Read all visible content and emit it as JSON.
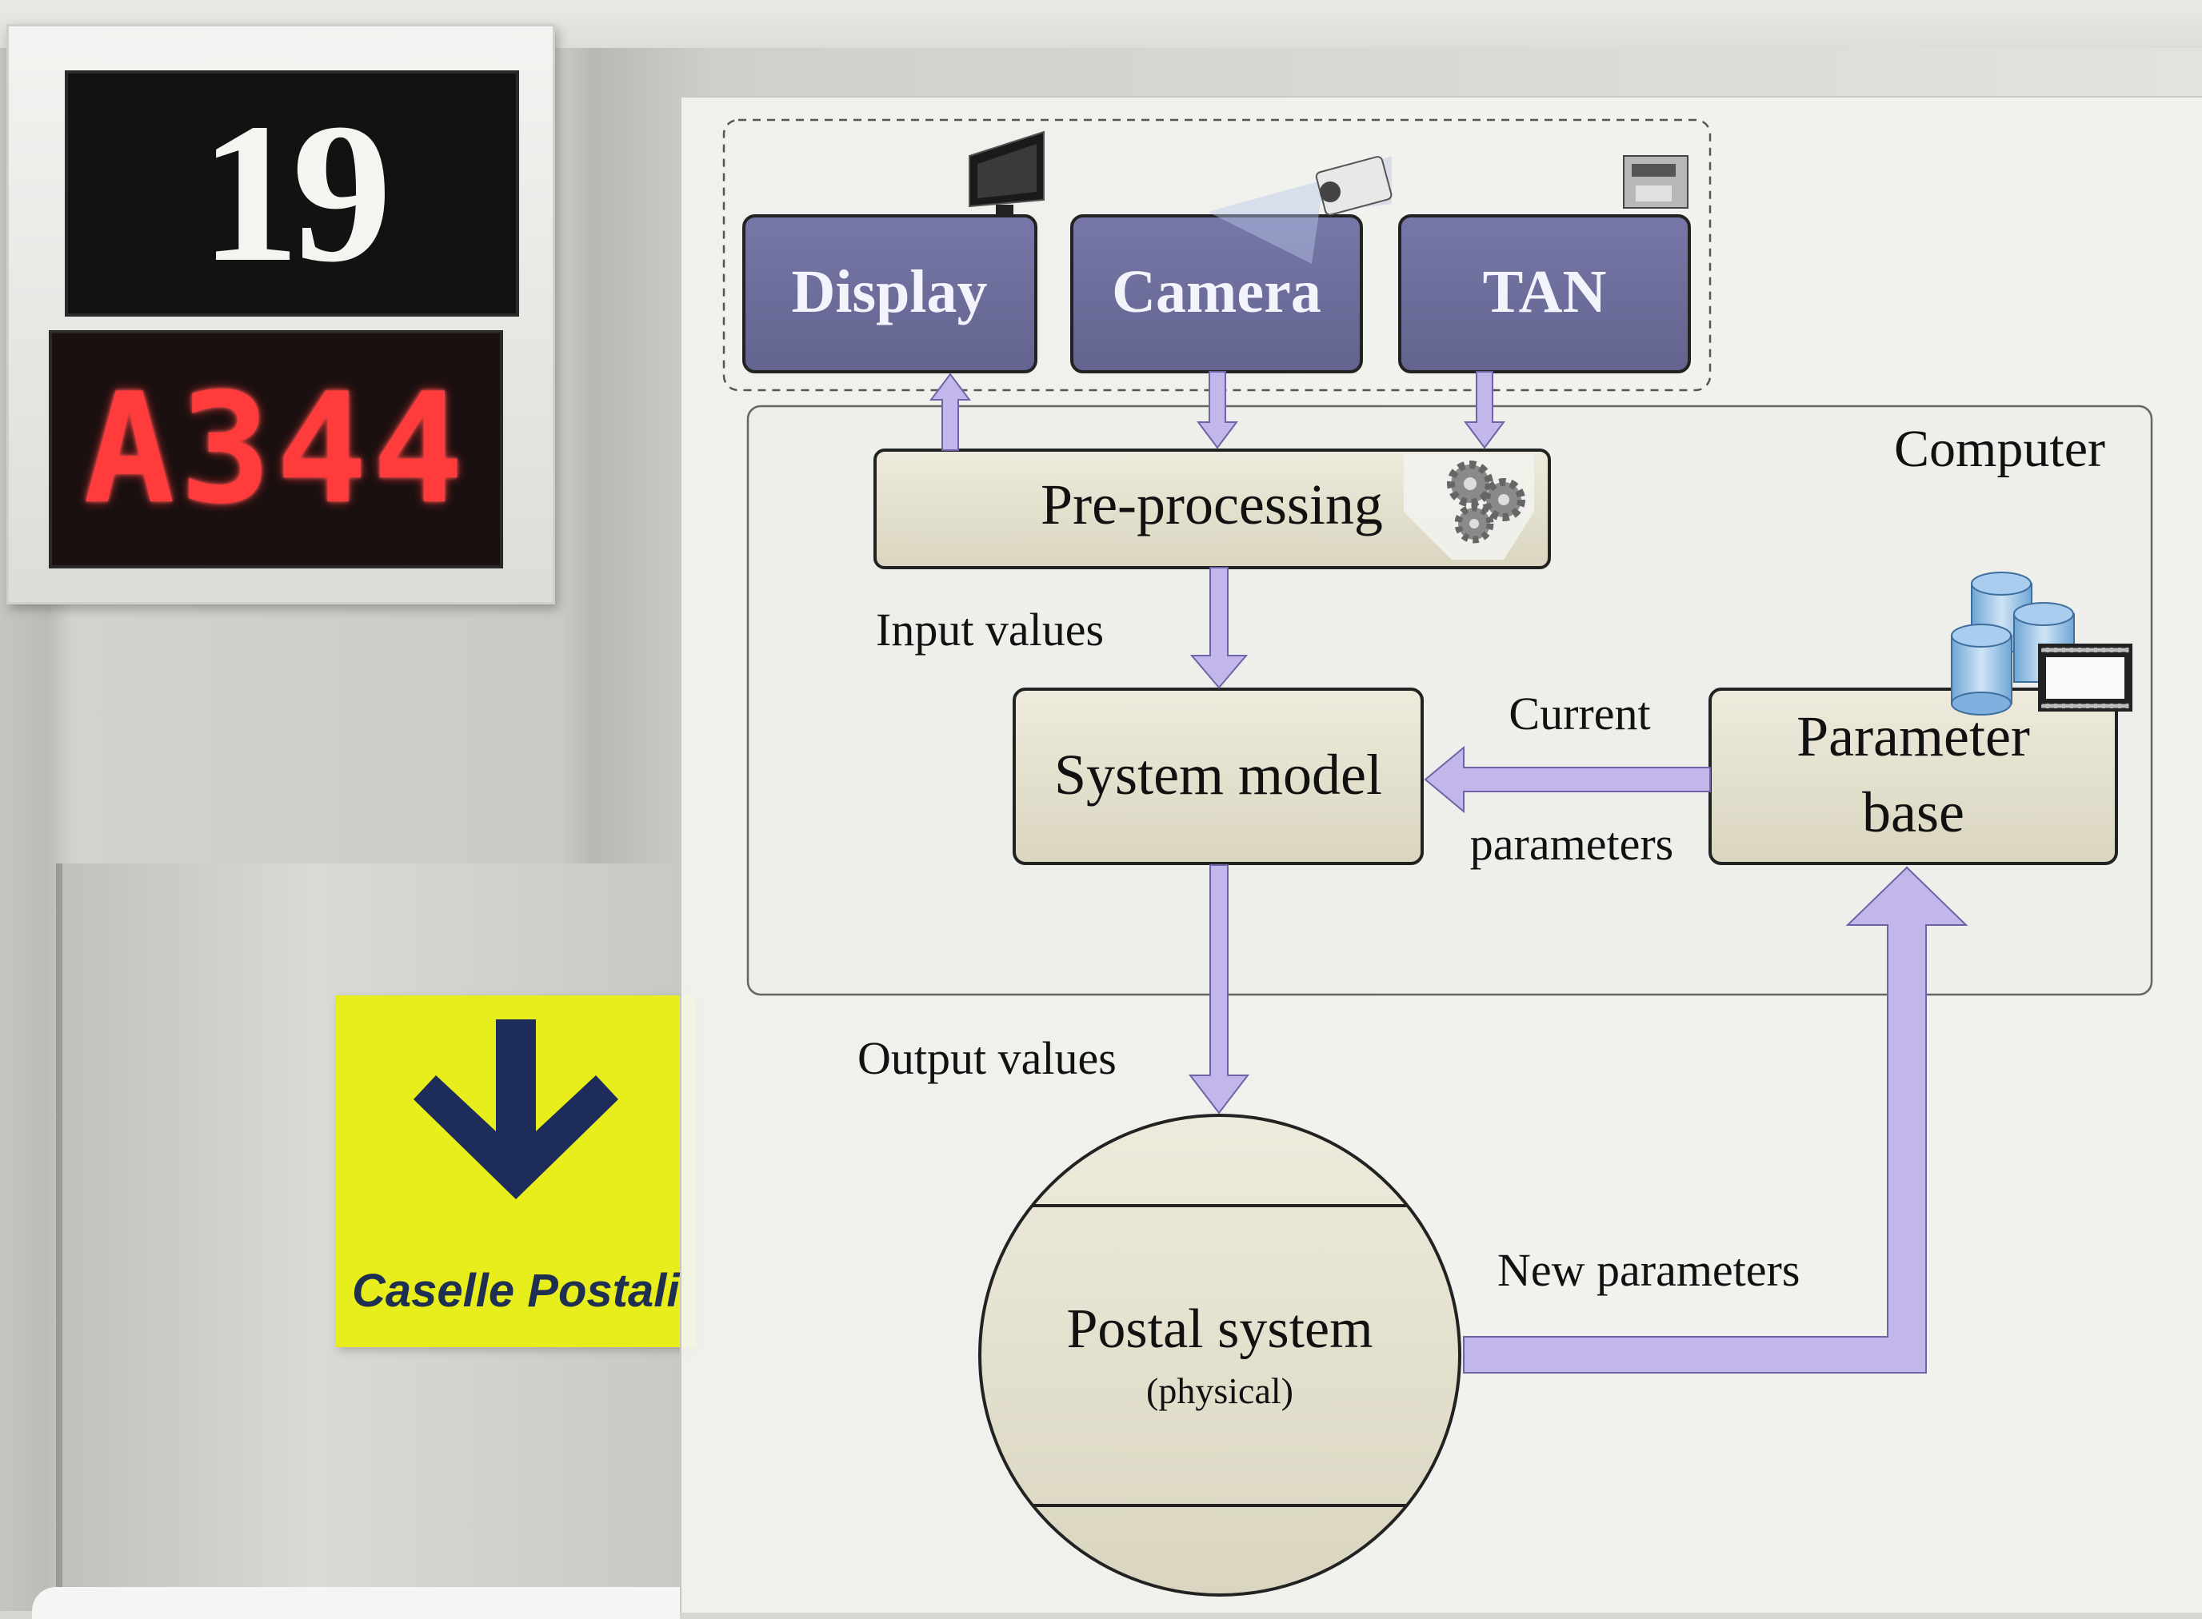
{
  "photo": {
    "counter_number": "19",
    "led_display": "A344",
    "sign_label": "Caselle Postali",
    "sign_arrow_icon": "arrow-down-icon"
  },
  "diagram": {
    "devices": {
      "display": "Display",
      "camera": "Camera",
      "tan": "TAN"
    },
    "computer_label": "Computer",
    "preprocessing": "Pre-processing",
    "input_values": "Input values",
    "system_model": "System model",
    "parameter_base_line1": "Parameter",
    "parameter_base_line2": "base",
    "current_parameters_line1": "Current",
    "current_parameters_line2": "parameters",
    "output_values": "Output values",
    "postal_system": "Postal system",
    "postal_system_sub": "(physical)",
    "new_parameters": "New parameters",
    "icons": [
      "monitor-icon",
      "camera-icon",
      "printer-icon",
      "gears-icon",
      "database-icon",
      "film-icon"
    ]
  },
  "colors": {
    "device_box": "#6f6f9e",
    "arrow": "#c2b6ea",
    "process_box": "#e6e2cf",
    "sign_yellow": "#e8ee1c",
    "led_red": "#ff3b3b"
  }
}
